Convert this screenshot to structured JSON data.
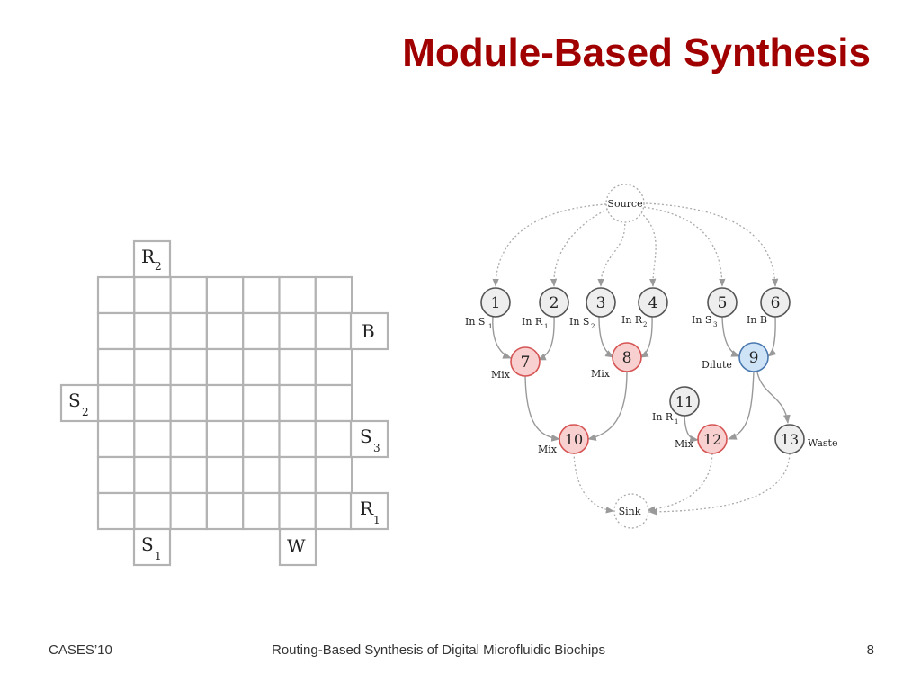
{
  "title": "Module-Based Synthesis",
  "footer": {
    "left": "CASES’10",
    "center": "Routing-Based Synthesis of Digital Microfluidic Biochips",
    "page": "8"
  },
  "grid": {
    "rows": 7,
    "cols": 7,
    "ports": [
      {
        "id": "R2",
        "main": "R",
        "sub": "2"
      },
      {
        "id": "B",
        "main": "B",
        "sub": ""
      },
      {
        "id": "S2",
        "main": "S",
        "sub": "2"
      },
      {
        "id": "S3",
        "main": "S",
        "sub": "3"
      },
      {
        "id": "R1",
        "main": "R",
        "sub": "1"
      },
      {
        "id": "S1",
        "main": "S",
        "sub": "1"
      },
      {
        "id": "W",
        "main": "W",
        "sub": ""
      }
    ]
  },
  "graph": {
    "source_label": "Source",
    "sink_label": "Sink",
    "nodes": [
      {
        "id": "1",
        "label": "1",
        "type": "input",
        "annotation": "In S",
        "sub": "1"
      },
      {
        "id": "2",
        "label": "2",
        "type": "input",
        "annotation": "In R",
        "sub": "1"
      },
      {
        "id": "3",
        "label": "3",
        "type": "input",
        "annotation": "In S",
        "sub": "2"
      },
      {
        "id": "4",
        "label": "4",
        "type": "input",
        "annotation": "In R",
        "sub": "2"
      },
      {
        "id": "5",
        "label": "5",
        "type": "input",
        "annotation": "In S",
        "sub": "3"
      },
      {
        "id": "6",
        "label": "6",
        "type": "input",
        "annotation": "In B",
        "sub": ""
      },
      {
        "id": "7",
        "label": "7",
        "type": "mix",
        "annotation": "Mix",
        "sub": ""
      },
      {
        "id": "8",
        "label": "8",
        "type": "mix",
        "annotation": "Mix",
        "sub": ""
      },
      {
        "id": "9",
        "label": "9",
        "type": "dilute",
        "annotation": "Dilute",
        "sub": ""
      },
      {
        "id": "10",
        "label": "10",
        "type": "mix",
        "annotation": "Mix",
        "sub": ""
      },
      {
        "id": "11",
        "label": "11",
        "type": "input",
        "annotation": "In R",
        "sub": "1"
      },
      {
        "id": "12",
        "label": "12",
        "type": "mix",
        "annotation": "Mix",
        "sub": ""
      },
      {
        "id": "13",
        "label": "13",
        "type": "waste",
        "annotation": "Waste",
        "sub": ""
      }
    ],
    "colors": {
      "input_fill": "#eeeeee",
      "input_stroke": "#555555",
      "mix_fill": "#f9d0d0",
      "mix_stroke": "#d65454",
      "dilute_fill": "#cfe3f7",
      "dilute_stroke": "#4a78b0",
      "edge": "#999999"
    }
  }
}
